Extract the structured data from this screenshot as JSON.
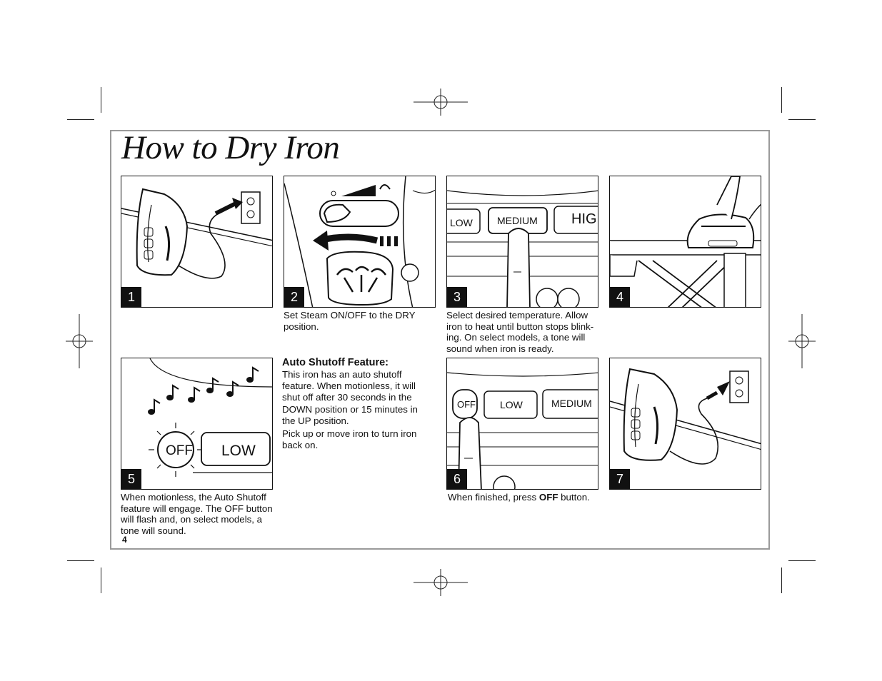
{
  "title": "How to Dry Iron",
  "page_number": "4",
  "steps": [
    {
      "number": "1",
      "caption": ""
    },
    {
      "number": "2",
      "caption": "Set Steam ON/OFF to the DRY position."
    },
    {
      "number": "3",
      "caption": "Select desired temperature. Allow iron to heat until button stops blink-ing. On select models, a tone will sound when iron is ready."
    },
    {
      "number": "4",
      "caption": ""
    },
    {
      "number": "5",
      "caption": "When motionless, the Auto Shutoff feature will engage. The OFF button will flash and, on select models, a tone will sound."
    },
    {
      "number": "6",
      "caption_pre": "When finished, press ",
      "caption_bold": "OFF",
      "caption_post": " button."
    },
    {
      "number": "7",
      "caption": ""
    }
  ],
  "auto_shutoff": {
    "heading": "Auto Shutoff Feature:",
    "paragraph1": "This iron has an auto shutoff feature. When motionless, it will shut off after 30 seconds in the DOWN position or 15 minutes in the UP position.",
    "paragraph2": "Pick up or move iron to turn iron back on."
  },
  "button_labels": {
    "low": "LOW",
    "medium": "MEDIUM",
    "high": "HIGH",
    "off": "OFF"
  }
}
